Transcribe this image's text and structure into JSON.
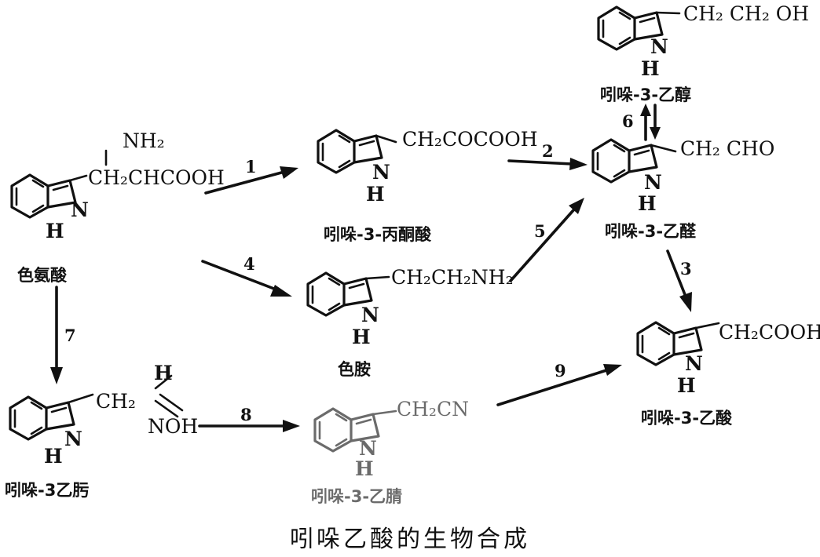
{
  "caption": "吲哚乙酸的生物合成",
  "compounds": {
    "tryptophan": {
      "name": "色氨酸",
      "substituent": "CH₂CHCOOH",
      "amine": "NH₂"
    },
    "indole_pyruvic_acid": {
      "name": "吲哚-3-丙酮酸",
      "substituent": "CH₂COCOOH"
    },
    "tryptamine": {
      "name": "色胺",
      "substituent": "CH₂CH₂NH₂"
    },
    "indole_ethanol": {
      "name": "吲哚-3-乙醇",
      "substituent": "CH₂ CH₂ OH"
    },
    "indole_acetaldehyde": {
      "name": "吲哚-3-乙醛",
      "substituent": "CH₂ CHO"
    },
    "indole_acetic_acid": {
      "name": "吲哚-3-乙酸",
      "substituent": "CH₂COOH"
    },
    "indole_acetaldoxime": {
      "name": "吲哚-3乙肟",
      "substituent_ch": "CH₂",
      "substituent_h": "H",
      "substituent_noh": "NOH"
    },
    "indole_acetonitrile": {
      "name": "吲哚-3-乙腈",
      "substituent": "CH₂CN"
    }
  },
  "atoms": {
    "nitrogen": "N",
    "hydrogen": "H"
  },
  "steps": [
    {
      "num": "1",
      "from": "tryptophan",
      "to": "indole_pyruvic_acid"
    },
    {
      "num": "2",
      "from": "indole_pyruvic_acid",
      "to": "indole_acetaldehyde"
    },
    {
      "num": "3",
      "from": "indole_acetaldehyde",
      "to": "indole_acetic_acid"
    },
    {
      "num": "4",
      "from": "tryptophan",
      "to": "tryptamine"
    },
    {
      "num": "5",
      "from": "tryptamine",
      "to": "indole_acetaldehyde"
    },
    {
      "num": "6",
      "from": "indole_acetaldehyde",
      "to": "indole_ethanol",
      "reversible": true
    },
    {
      "num": "7",
      "from": "tryptophan",
      "to": "indole_acetaldoxime"
    },
    {
      "num": "8",
      "from": "indole_acetaldoxime",
      "to": "indole_acetonitrile"
    },
    {
      "num": "9",
      "from": "indole_acetonitrile",
      "to": "indole_acetic_acid"
    }
  ]
}
